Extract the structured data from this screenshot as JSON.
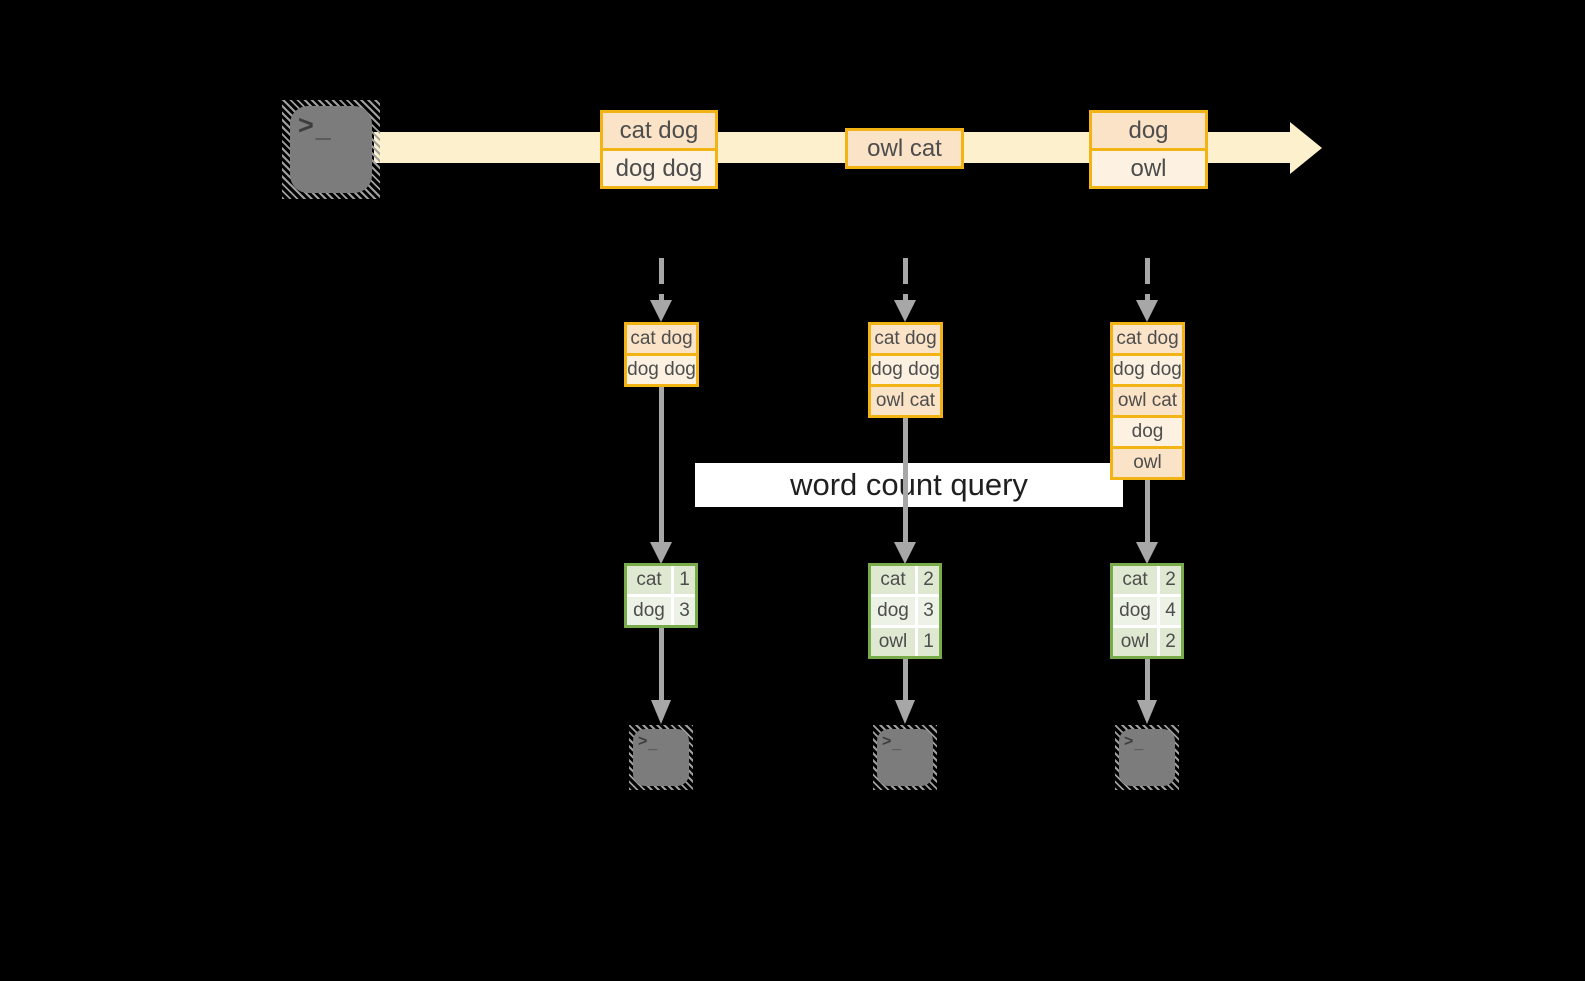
{
  "banner": {
    "label": "word count query"
  },
  "stream": {
    "records": [
      {
        "rows": [
          "cat dog",
          "dog dog"
        ]
      },
      {
        "rows": [
          "owl cat"
        ]
      },
      {
        "rows": [
          "dog",
          "owl"
        ]
      }
    ]
  },
  "stacks": [
    {
      "rows": [
        "cat dog",
        "dog dog"
      ]
    },
    {
      "rows": [
        "cat dog",
        "dog dog",
        "owl cat"
      ]
    },
    {
      "rows": [
        "cat dog",
        "dog dog",
        "owl cat",
        "dog",
        "owl"
      ]
    }
  ],
  "tables": [
    {
      "rows": [
        {
          "word": "cat",
          "count": "1"
        },
        {
          "word": "dog",
          "count": "3"
        }
      ]
    },
    {
      "rows": [
        {
          "word": "cat",
          "count": "2"
        },
        {
          "word": "dog",
          "count": "3"
        },
        {
          "word": "owl",
          "count": "1"
        }
      ]
    },
    {
      "rows": [
        {
          "word": "cat",
          "count": "2"
        },
        {
          "word": "dog",
          "count": "4"
        },
        {
          "word": "owl",
          "count": "2"
        }
      ]
    }
  ],
  "terminal": {
    "prompt": ">",
    "cursor": "_"
  },
  "colors": {
    "background": "#000000",
    "stream_band": "#fdf1cd",
    "record_border": "#f2b414",
    "record_fill_odd": "#fae3c6",
    "record_fill_even": "#fdf2e1",
    "table_border": "#78ab4a",
    "table_cell_odd": "#dfe9d2",
    "table_cell_even": "#edf2e6",
    "arrow_gray": "#a7a7a7",
    "terminal_gray": "#7c7c7c",
    "banner_bg": "#ffffff"
  }
}
